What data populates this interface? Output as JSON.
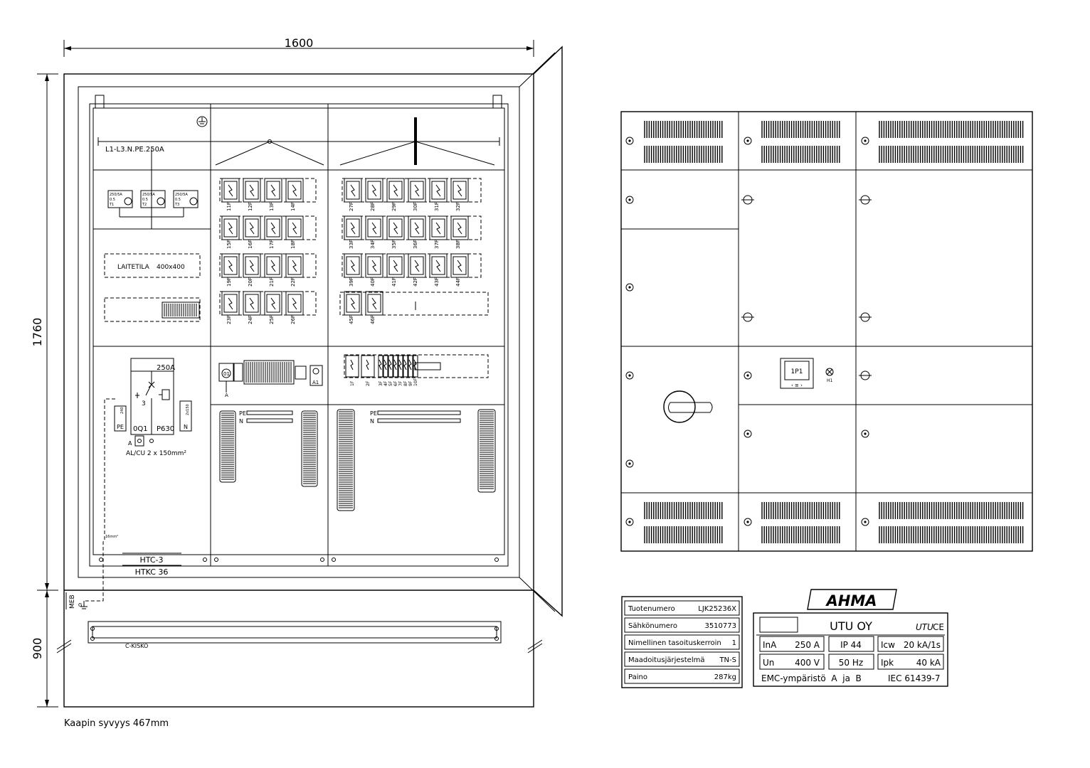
{
  "dimensions": {
    "width": "1600",
    "height": "1760",
    "base": "900",
    "depth_note": "Kaapin syvyys 467mm"
  },
  "front_view": {
    "busbar_label": "L1-L3.N.PE.250A",
    "equipment_space": "LAITETILA",
    "equipment_size": "400x400",
    "main_switch_rating": "250A",
    "main_switch_id": "0Q1",
    "main_switch_model": "P630",
    "pe_label": "PE",
    "n_label": "N",
    "pe_rating": "240",
    "n_rating": "2x150",
    "cable_label": "AL/CU 2 x 150mm²",
    "cable_marker": "A",
    "earth_wire": "16mm²",
    "meb_label": "MEB",
    "g_label": "G",
    "c_rail": "C-KISKO",
    "htc": "HTC-3",
    "htkc": "HTKC 36",
    "ct_labels": [
      "250/5A",
      "250/5A",
      "250/5A"
    ],
    "ct_sub": [
      "0.5",
      "0.5",
      "0.5"
    ],
    "ct_ids": [
      "T1",
      "T2",
      "T3"
    ],
    "fuse_rows_mid": [
      [
        "11F",
        "12F",
        "13F",
        "14F"
      ],
      [
        "15F",
        "16F",
        "17F",
        "18F"
      ],
      [
        "19F",
        "20F",
        "21F",
        "22F"
      ],
      [
        "23F",
        "24F",
        "25F",
        "26F"
      ]
    ],
    "fuse_rows_right": [
      [
        "27F",
        "28F",
        "29F",
        "30F",
        "31F",
        "32F"
      ],
      [
        "33F",
        "34F",
        "35F",
        "36F",
        "37F",
        "38F"
      ],
      [
        "39F",
        "40F",
        "41F",
        "42F",
        "43F",
        "44F"
      ],
      [
        "45F",
        "46F"
      ]
    ],
    "meter_labels": [
      "1F",
      "2F",
      "3F",
      "4F",
      "5F",
      "6F",
      "7F",
      "8F",
      "9F",
      "10F"
    ],
    "meter_box_id": "01",
    "terminal_a": "A",
    "terminal_a1": "A1",
    "bus_pe": "PE",
    "bus_n": "N"
  },
  "door_view": {
    "display": "1P1",
    "lamp": "H1"
  },
  "product_table": {
    "rows": [
      {
        "label": "Tuotenumero",
        "value": "LJK25236X"
      },
      {
        "label": "Sähkönumero",
        "value": "3510773"
      },
      {
        "label": "Nimellinen tasoituskerroin",
        "value": "1"
      },
      {
        "label": "Maadoitusjärjestelmä",
        "value": "TN-S"
      },
      {
        "label": "Paino",
        "value": "287kg"
      }
    ]
  },
  "rating_plate": {
    "brand": "AHMA",
    "manufacturer": "UTU OY",
    "in_label": "InA",
    "in_value": "250 A",
    "ip": "IP 44",
    "icw_label": "Icw",
    "icw_value": "20 kA/1s",
    "un_label": "Un",
    "un_value": "400 V",
    "freq": "50 Hz",
    "ipk_label": "Ipk",
    "ipk_value": "40 kA",
    "emc": "EMC-ympäristö  A  ja  B",
    "standard": "IEC 61439-7"
  }
}
